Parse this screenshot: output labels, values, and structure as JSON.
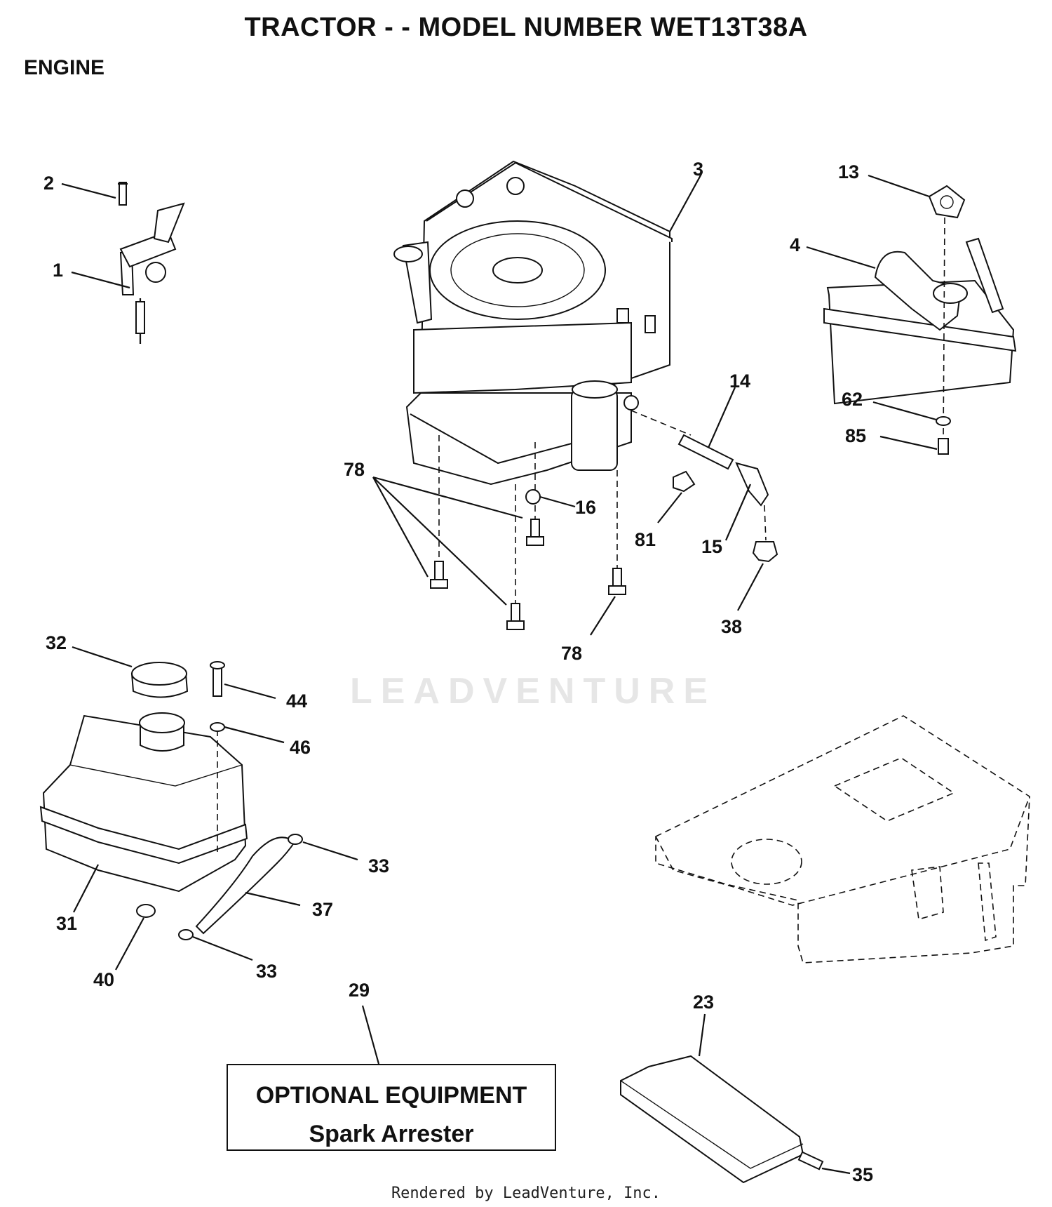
{
  "header": {
    "title": "TRACTOR - - MODEL NUMBER WET13T38A",
    "section": "ENGINE"
  },
  "callouts": [
    "1",
    "2",
    "3",
    "4",
    "13",
    "14",
    "15",
    "16",
    "23",
    "29",
    "31",
    "32",
    "33",
    "33",
    "35",
    "37",
    "38",
    "40",
    "44",
    "46",
    "62",
    "78",
    "78",
    "81",
    "85"
  ],
  "optional_box": {
    "line1": "OPTIONAL EQUIPMENT",
    "line2": "Spark Arrester"
  },
  "watermark": "LEADVENTURE",
  "footer": "Rendered by LeadVenture, Inc."
}
